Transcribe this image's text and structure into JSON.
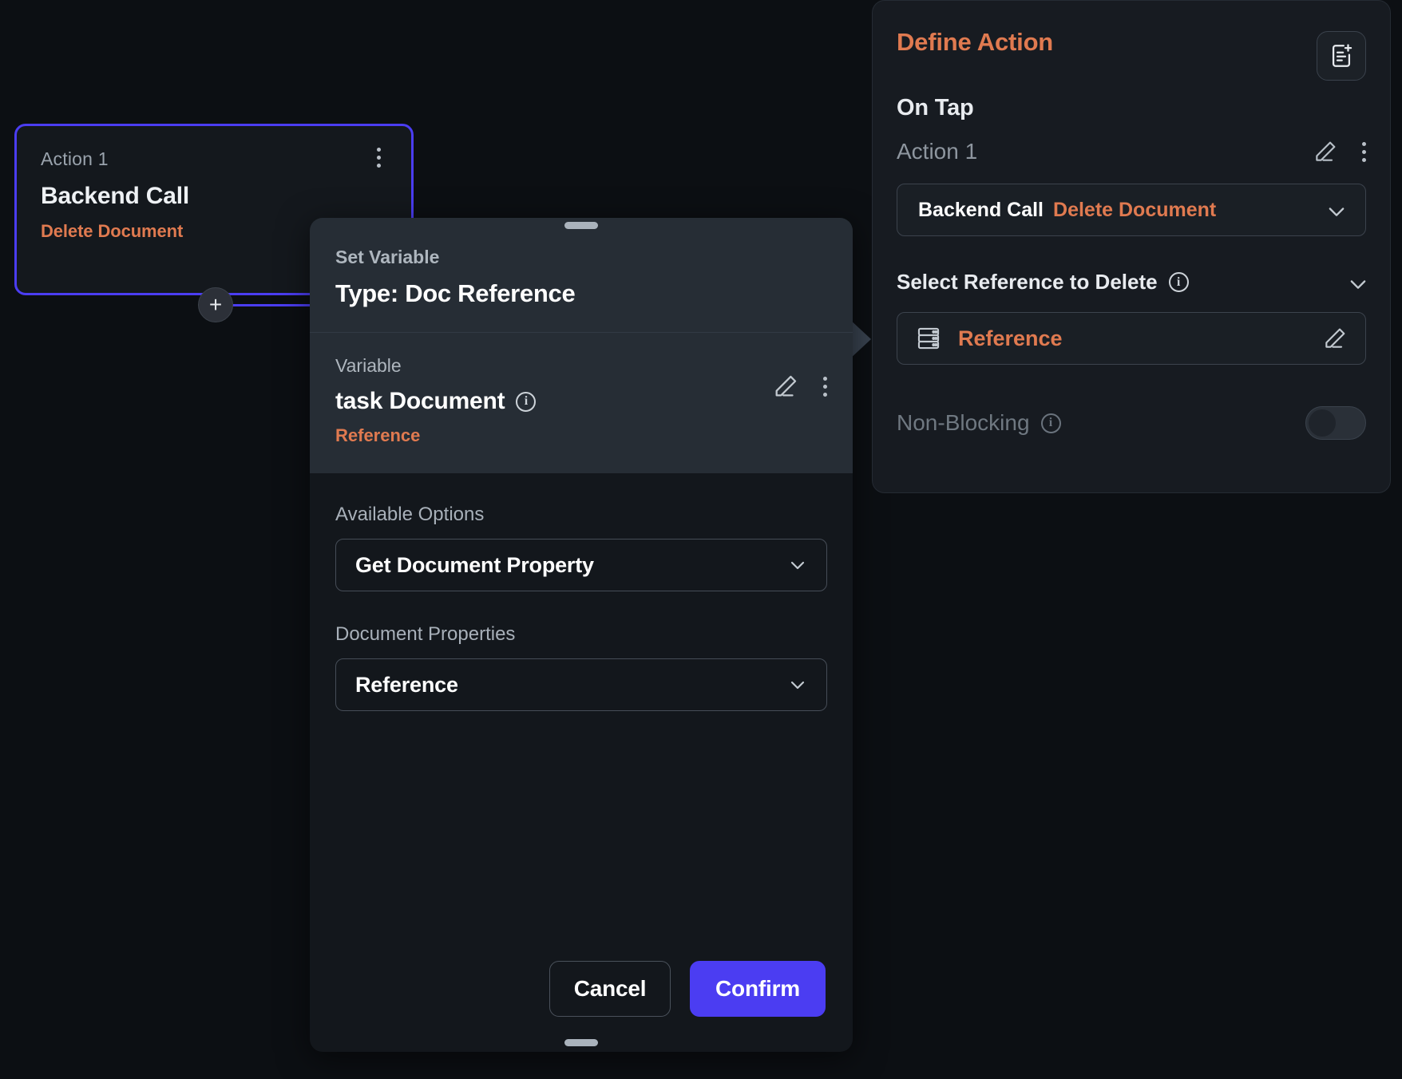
{
  "colors": {
    "accent_orange": "#e07a50",
    "accent_purple": "#4b3df2",
    "canvas_bg": "#0c0f13",
    "modal_bg": "#13171c",
    "modal_header_bg": "#262d35",
    "panel_bg": "#171b21"
  },
  "flow_node": {
    "action_label": "Action 1",
    "title": "Backend Call",
    "subtitle": "Delete Document",
    "menu_icon": "kebab-menu-icon",
    "add_icon": "plus-icon"
  },
  "modal": {
    "header": {
      "kicker": "Set Variable",
      "title": "Type: Doc Reference"
    },
    "variable": {
      "label": "Variable",
      "name": "task Document",
      "info_icon": "info-icon",
      "type": "Reference",
      "edit_icon": "pencil-icon",
      "menu_icon": "kebab-menu-icon"
    },
    "fields": [
      {
        "label": "Available Options",
        "value": "Get Document Property",
        "chevron_icon": "chevron-down-icon"
      },
      {
        "label": "Document Properties",
        "value": "Reference",
        "chevron_icon": "chevron-down-icon"
      }
    ],
    "footer": {
      "cancel_label": "Cancel",
      "confirm_label": "Confirm"
    },
    "grip_icon": "drag-handle-icon"
  },
  "right_panel": {
    "title": "Define Action",
    "doc_button_icon": "document-add-icon",
    "on_tap_label": "On Tap",
    "action_name": "Action 1",
    "action_edit_icon": "pencil-icon",
    "action_menu_icon": "kebab-menu-icon",
    "call": {
      "type": "Backend Call",
      "name": "Delete Document",
      "chevron_icon": "chevron-down-icon"
    },
    "section": {
      "title": "Select Reference to Delete",
      "info_icon": "info-icon",
      "chevron_icon": "chevron-down-icon"
    },
    "reference_row": {
      "icon": "database-icon",
      "label": "Reference",
      "edit_icon": "pencil-icon"
    },
    "non_blocking": {
      "label": "Non-Blocking",
      "info_icon": "info-icon",
      "toggle_state": "off"
    }
  }
}
